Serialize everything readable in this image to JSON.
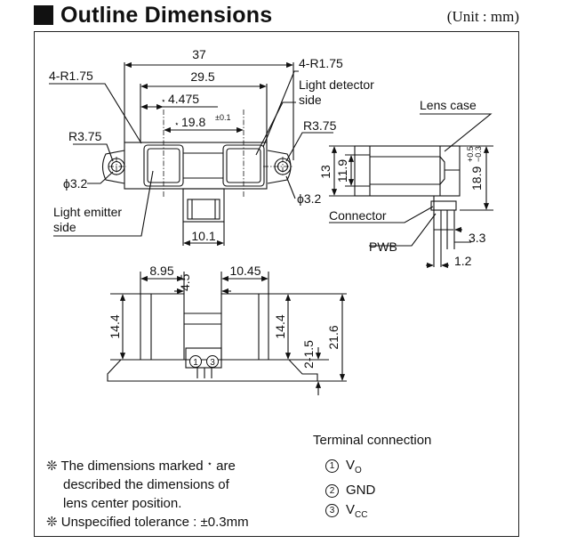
{
  "header": {
    "title": "Outline Dimensions",
    "unit": "(Unit : mm)"
  },
  "top_view": {
    "dim_37": "37",
    "dim_29_5": "29.5",
    "dim_4_475": "4.475",
    "dim_19_8": "19.8",
    "dim_19_8_tol": "±0.1",
    "r175_left": "4-R1.75",
    "r175_right": "4-R1.75",
    "r375_left": "R3.75",
    "r375_right": "R3.75",
    "phi_left": "ϕ3.2",
    "phi_right": "ϕ3.2",
    "dim_10_1": "10.1",
    "light_detector_1": "Light detector",
    "light_detector_2": "side",
    "light_emitter_1": "Light emitter",
    "light_emitter_2": "side",
    "star": "⋆"
  },
  "side_view": {
    "lens_case": "Lens case",
    "connector": "Connector",
    "pwb": "PWB",
    "dim_13": "13",
    "dim_11_9": "11.9",
    "dim_18_9": "18.9",
    "dim_18_9_tol_plus": "+0.5",
    "dim_18_9_tol_minus": "−0.3",
    "dim_3_3": "3.3",
    "dim_1_2": "1.2"
  },
  "front_view": {
    "dim_8_95": "8.95",
    "dim_4_5": "4.5",
    "dim_10_45": "10.45",
    "dim_14_4_left": "14.4",
    "dim_14_4_right": "14.4",
    "dim_21_6": "21.6",
    "dim_2_1_5": "2-1.5",
    "pin_1": "1",
    "pin_3": "3"
  },
  "notes": {
    "mark": "❊",
    "line1_a": "The dimensions marked",
    "line1_star": "⋆",
    "line1_b": "are",
    "line2": "described the dimensions of",
    "line3": "lens center position.",
    "line4": "Unspecified tolerance : ±0.3mm"
  },
  "terminal": {
    "title": "Terminal connection",
    "items": [
      {
        "num": "1",
        "name": "V",
        "sub": "O"
      },
      {
        "num": "2",
        "name": "GND",
        "sub": ""
      },
      {
        "num": "3",
        "name": "V",
        "sub": "CC"
      }
    ]
  }
}
